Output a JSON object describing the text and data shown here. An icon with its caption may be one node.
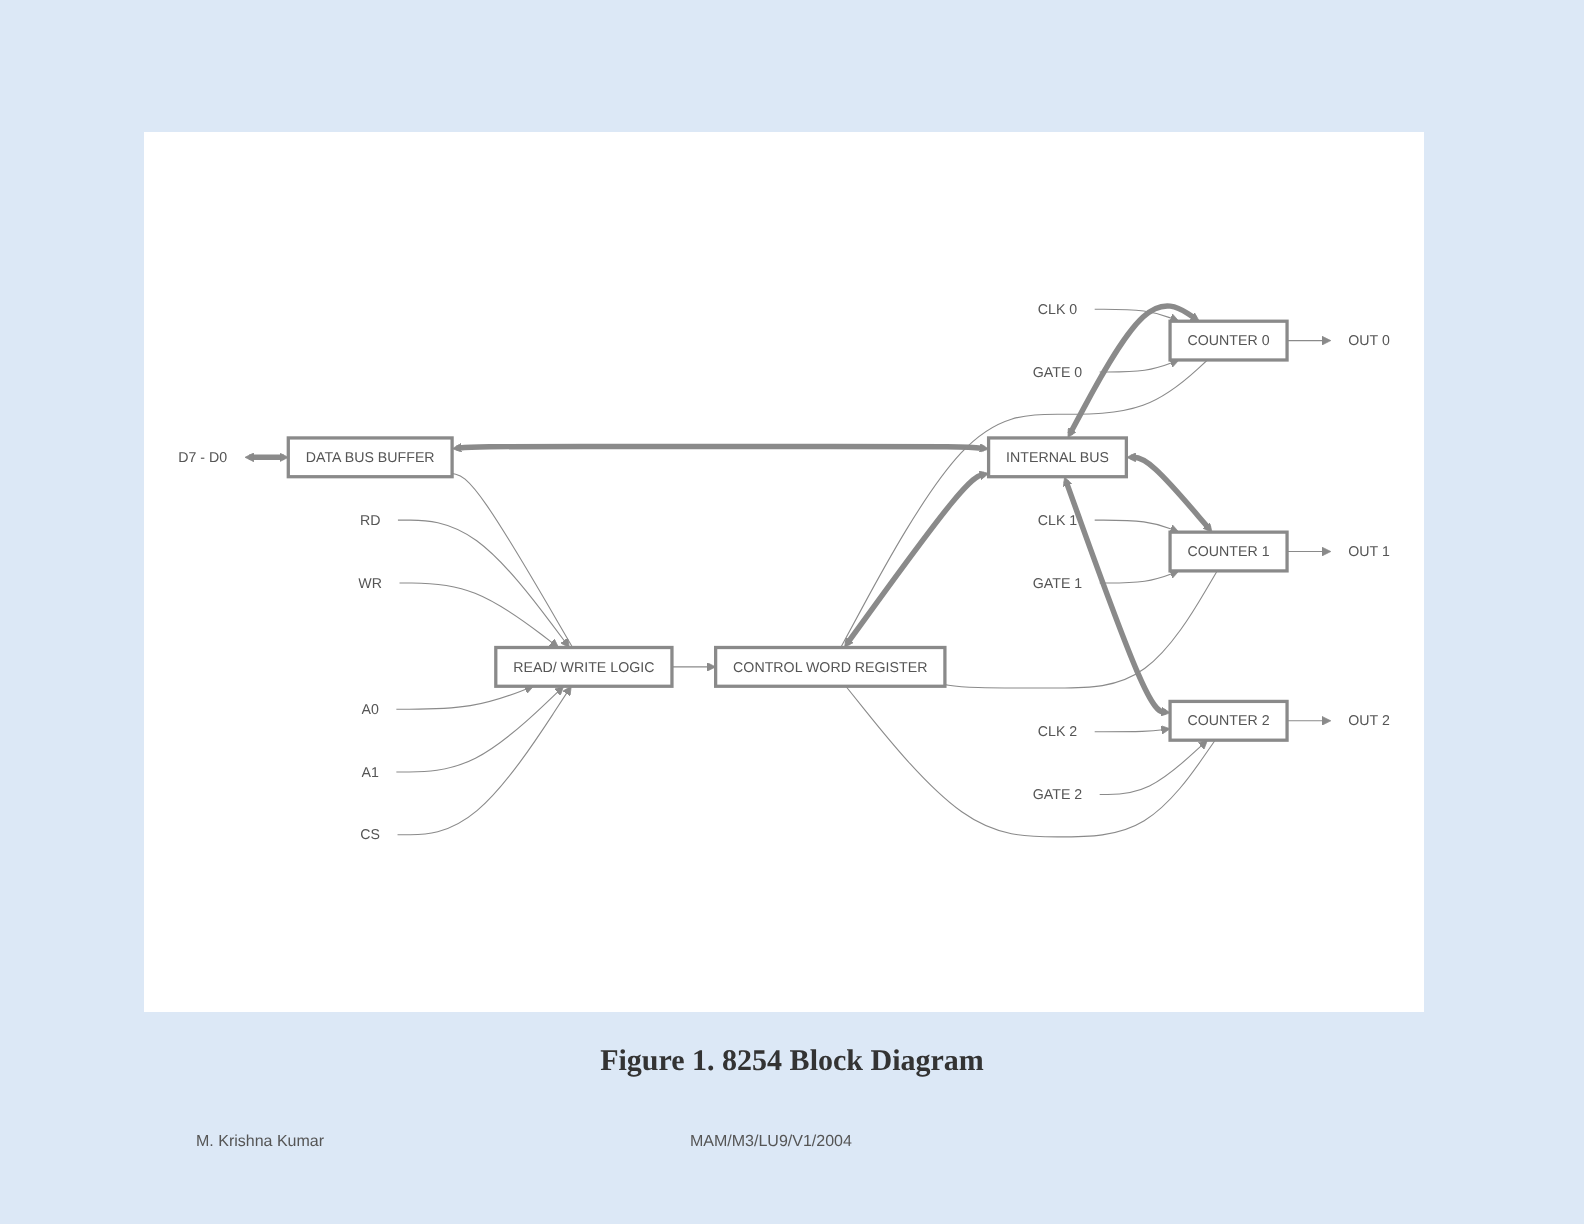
{
  "diagram": {
    "caption": "Figure 1. 8254 Block Diagram",
    "nodes": [
      {
        "text": [
          "D7 - D0"
        ]
      },
      {
        "text": [
          "DATA BUS BUFFER"
        ]
      },
      {
        "text": [
          "RD"
        ]
      },
      {
        "text": [
          "WR"
        ]
      },
      {
        "text": [
          "A0"
        ]
      },
      {
        "text": [
          "A1"
        ]
      },
      {
        "text": [
          "READ/ WRITE LOGIC"
        ]
      },
      {
        "text": [
          "CS"
        ]
      },
      {
        "text": [
          "CONTROL WORD REGISTER"
        ]
      },
      {
        "text": [
          "INTERNAL BUS"
        ]
      },
      {
        "text": [
          "COUNTER 0"
        ]
      },
      {
        "text": [
          "CLK 0"
        ]
      },
      {
        "text": [
          "GATE 0"
        ]
      },
      {
        "text": [
          "OUT 0"
        ]
      },
      {
        "text": [
          "COUNTER 1"
        ]
      },
      {
        "text": [
          "CLK 1"
        ]
      },
      {
        "text": [
          "GATE 1"
        ]
      },
      {
        "text": [
          "OUT 1"
        ]
      },
      {
        "text": [
          "COUNTER 2"
        ]
      },
      {
        "text": [
          "CLK 2"
        ]
      },
      {
        "text": [
          "GATE 2"
        ]
      },
      {
        "text": [
          "OUT 2"
        ]
      }
    ],
    "edges": [
      {
        "from": 0,
        "to": 1,
        "arrow": "both",
        "style": "thick"
      },
      {
        "from": 1,
        "to": 9,
        "arrow": "both",
        "style": "thick"
      },
      {
        "from": 1,
        "to": 6,
        "arrow": "none"
      },
      {
        "from": 2,
        "to": 6,
        "arrow": "to"
      },
      {
        "from": 3,
        "to": 6,
        "arrow": "to"
      },
      {
        "from": 4,
        "to": 6,
        "arrow": "to"
      },
      {
        "from": 5,
        "to": 6,
        "arrow": "to"
      },
      {
        "from": 7,
        "to": 6,
        "arrow": "to"
      },
      {
        "from": 6,
        "to": 8,
        "arrow": "to"
      },
      {
        "from": 8,
        "to": 9,
        "arrow": "both",
        "style": "thick"
      },
      {
        "from": 9,
        "to": 10,
        "arrow": "both",
        "style": "thick"
      },
      {
        "from": 9,
        "to": 14,
        "arrow": "both",
        "style": "thick"
      },
      {
        "from": 9,
        "to": 18,
        "arrow": "both",
        "style": "thick"
      },
      {
        "from": 11,
        "to": 10,
        "arrow": "to"
      },
      {
        "from": 12,
        "to": 10,
        "arrow": "to"
      },
      {
        "from": 10,
        "to": 13,
        "arrow": "to"
      },
      {
        "from": 15,
        "to": 14,
        "arrow": "to"
      },
      {
        "from": 16,
        "to": 14,
        "arrow": "to"
      },
      {
        "from": 14,
        "to": 17,
        "arrow": "to"
      },
      {
        "from": 19,
        "to": 18,
        "arrow": "to"
      },
      {
        "from": 20,
        "to": 18,
        "arrow": "to"
      },
      {
        "from": 18,
        "to": 21,
        "arrow": "to"
      },
      {
        "from": 8,
        "to": 10,
        "arrow": "none"
      },
      {
        "from": 8,
        "to": 14,
        "arrow": "none"
      },
      {
        "from": 8,
        "to": 18,
        "arrow": "none"
      }
    ],
    "labels": [
      "M. Krishna Kumar",
      "MAM/M3/LU9/V1/2004"
    ]
  }
}
